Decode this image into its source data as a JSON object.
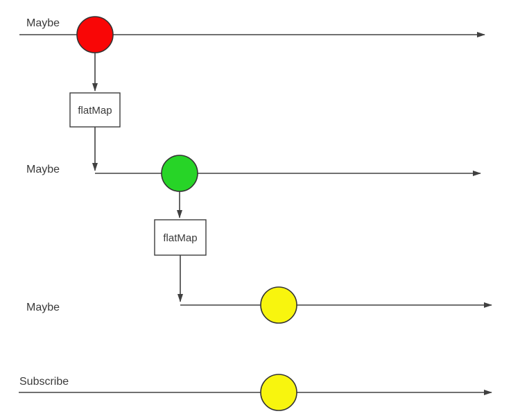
{
  "colors": {
    "marble_red": "#f90606",
    "marble_green": "#27d427",
    "marble_yellow": "#f8f50e",
    "line": "#404040",
    "text": "#3a3a3a"
  },
  "streams": [
    {
      "label": "Maybe"
    },
    {
      "label": "Maybe"
    },
    {
      "label": "Maybe"
    },
    {
      "label": "Subscribe"
    }
  ],
  "operators": [
    {
      "label": "flatMap"
    },
    {
      "label": "flatMap"
    }
  ]
}
